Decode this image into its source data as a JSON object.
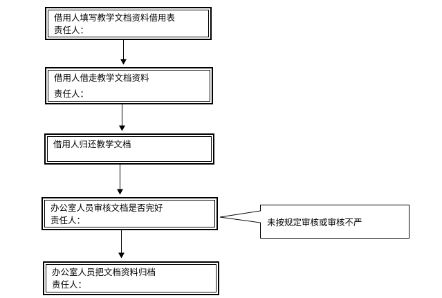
{
  "flowchart": {
    "steps": [
      {
        "id": "fill-form",
        "lines": [
          "借用人填写教学文档资料借用表",
          "责任人："
        ]
      },
      {
        "id": "borrow",
        "lines": [
          "借用人借走教学文档资料",
          "责任人："
        ]
      },
      {
        "id": "return",
        "lines": [
          "借用人归还教学文档"
        ]
      },
      {
        "id": "review",
        "lines": [
          "办公室人员审核文档是否完好",
          "责任人："
        ]
      },
      {
        "id": "archive",
        "lines": [
          "办公室人员把文档资料归档",
          "责任人："
        ]
      }
    ],
    "callout": {
      "text": "未按规定审核或审核不严"
    },
    "colors": {
      "stroke": "#000000",
      "fill": "#ffffff"
    }
  }
}
